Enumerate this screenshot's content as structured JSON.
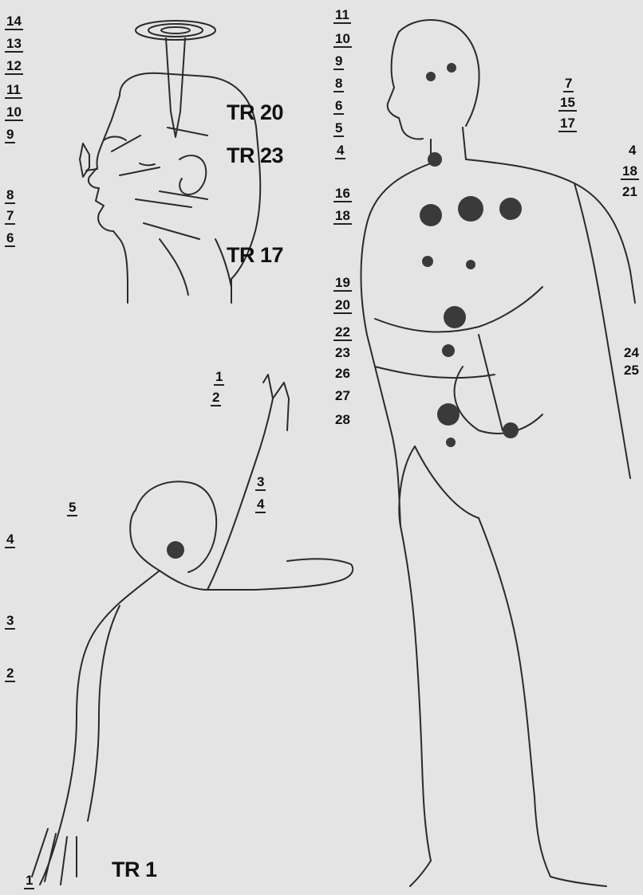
{
  "figure": {
    "region_titles": {
      "head": "TR 20",
      "neck": "TR 23",
      "chest": "TR 17",
      "arm": "TR 1"
    },
    "head_numbers": [
      "14",
      "13",
      "12",
      "11",
      "10",
      "9",
      "8",
      "7",
      "6"
    ],
    "body_top_numbers": [
      "11",
      "10",
      "9",
      "8",
      "7",
      "6",
      "5",
      "4",
      "15",
      "17"
    ],
    "body_right_numbers": [
      "4",
      "18",
      "21"
    ],
    "body_center_numbers": [
      "16",
      "18",
      "19",
      "20",
      "22",
      "23",
      "26",
      "27",
      "28"
    ],
    "body_lower_right_numbers": [
      "24",
      "25"
    ],
    "hand_numbers": [
      "1",
      "2"
    ],
    "arm_right_numbers": [
      "3",
      "4"
    ],
    "arm_left_numbers": [
      "5",
      "4",
      "3",
      "2",
      "1"
    ]
  },
  "colors": {
    "page": "#e4e4e4",
    "ink": "#1c1c1c",
    "points": "#3a3a3a",
    "faint_text": "#9a9a9a"
  }
}
